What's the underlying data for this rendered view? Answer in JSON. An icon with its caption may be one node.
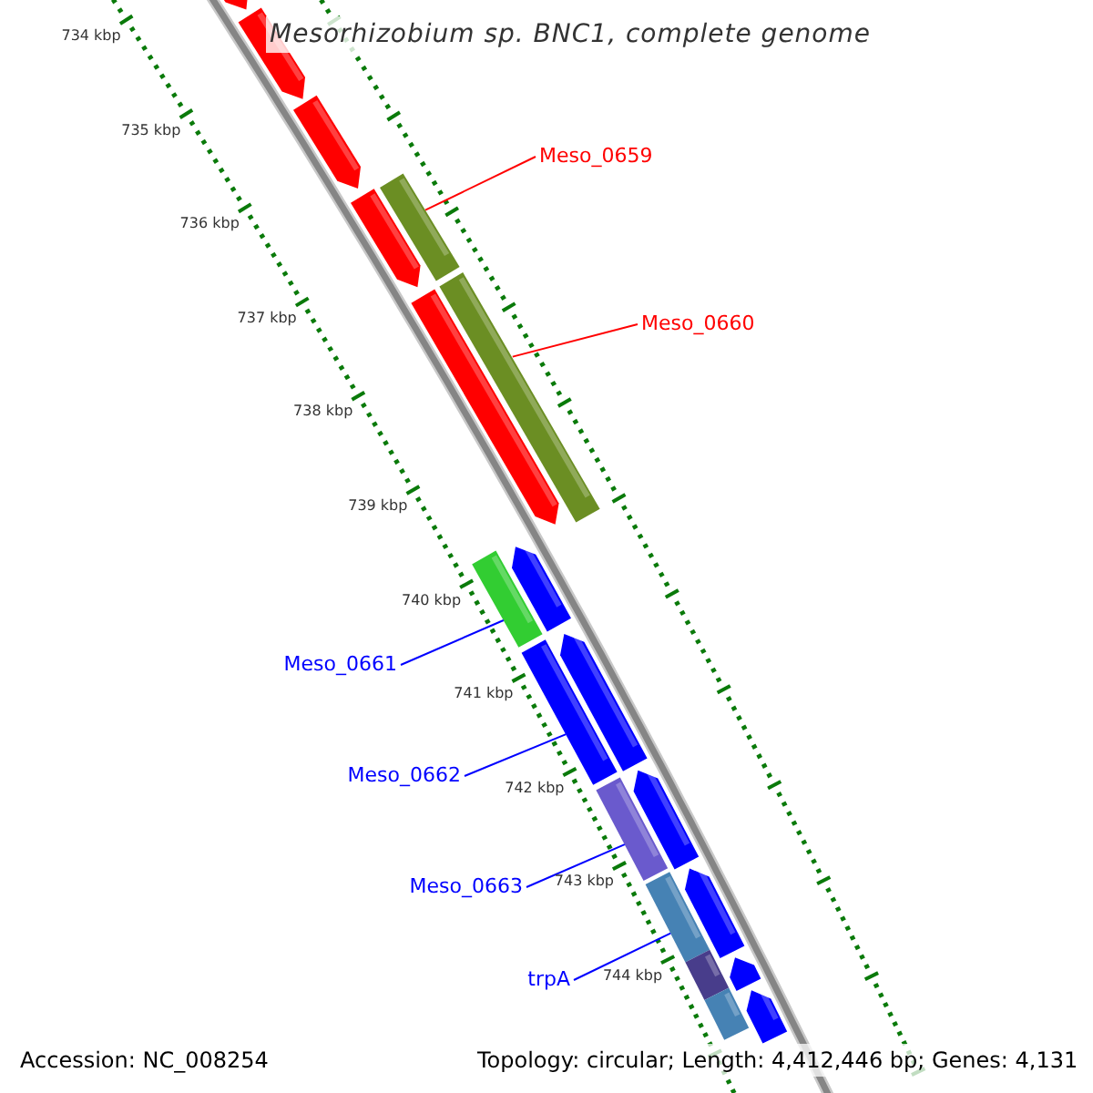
{
  "diagram": {
    "title": "Mesorhizobium sp. BNC1, complete genome",
    "nodes": [
      {
        "text": [],
        "shape": "arrow"
      },
      {
        "text": [],
        "shape": "arrow"
      },
      {
        "text": [],
        "shape": "arrow"
      },
      {
        "text": [
          "Meso_0659"
        ]
      },
      {
        "text": [],
        "shape": "bar"
      },
      {
        "text": [],
        "shape": "arrow"
      },
      {
        "text": [
          "Meso_0660"
        ]
      },
      {
        "text": [],
        "shape": "bar"
      },
      {
        "text": [],
        "shape": "arrow"
      },
      {
        "text": [],
        "shape": "arrow"
      },
      {
        "text": [
          "Meso_0661"
        ]
      },
      {
        "text": [],
        "shape": "bar"
      },
      {
        "text": [],
        "shape": "arrow"
      },
      {
        "text": [
          "Meso_0662"
        ]
      },
      {
        "text": [],
        "shape": "bar"
      },
      {
        "text": [],
        "shape": "arrow"
      },
      {
        "text": [
          "Meso_0663"
        ]
      },
      {
        "text": [],
        "shape": "bar"
      },
      {
        "text": [],
        "shape": "arrow"
      },
      {
        "text": [
          "trpA"
        ]
      },
      {
        "text": [],
        "shape": "bar"
      },
      {
        "text": [],
        "shape": "arrow"
      },
      {
        "text": [],
        "shape": "bar"
      },
      {
        "text": [],
        "shape": "bar"
      },
      {
        "text": [],
        "shape": "arrow"
      }
    ],
    "edges": [
      {
        "from": 3,
        "to": 4,
        "arrow": "none",
        "color": "#ff0000"
      },
      {
        "from": 6,
        "to": 7,
        "arrow": "none",
        "color": "#ff0000"
      },
      {
        "from": 10,
        "to": 11,
        "arrow": "none"
      },
      {
        "from": 13,
        "to": 14,
        "arrow": "none"
      },
      {
        "from": 16,
        "to": 17,
        "arrow": "none"
      },
      {
        "from": 19,
        "to": 20,
        "arrow": "none"
      }
    ],
    "labels": [
      "734 kbp",
      "735 kbp",
      "736 kbp",
      "737 kbp",
      "738 kbp",
      "739 kbp",
      "740 kbp",
      "741 kbp",
      "742 kbp",
      "743 kbp",
      "744 kbp",
      "Accession: NC_008254",
      "Topology: circular; Length: 4,412,446 bp; Genes: 4,131"
    ]
  }
}
